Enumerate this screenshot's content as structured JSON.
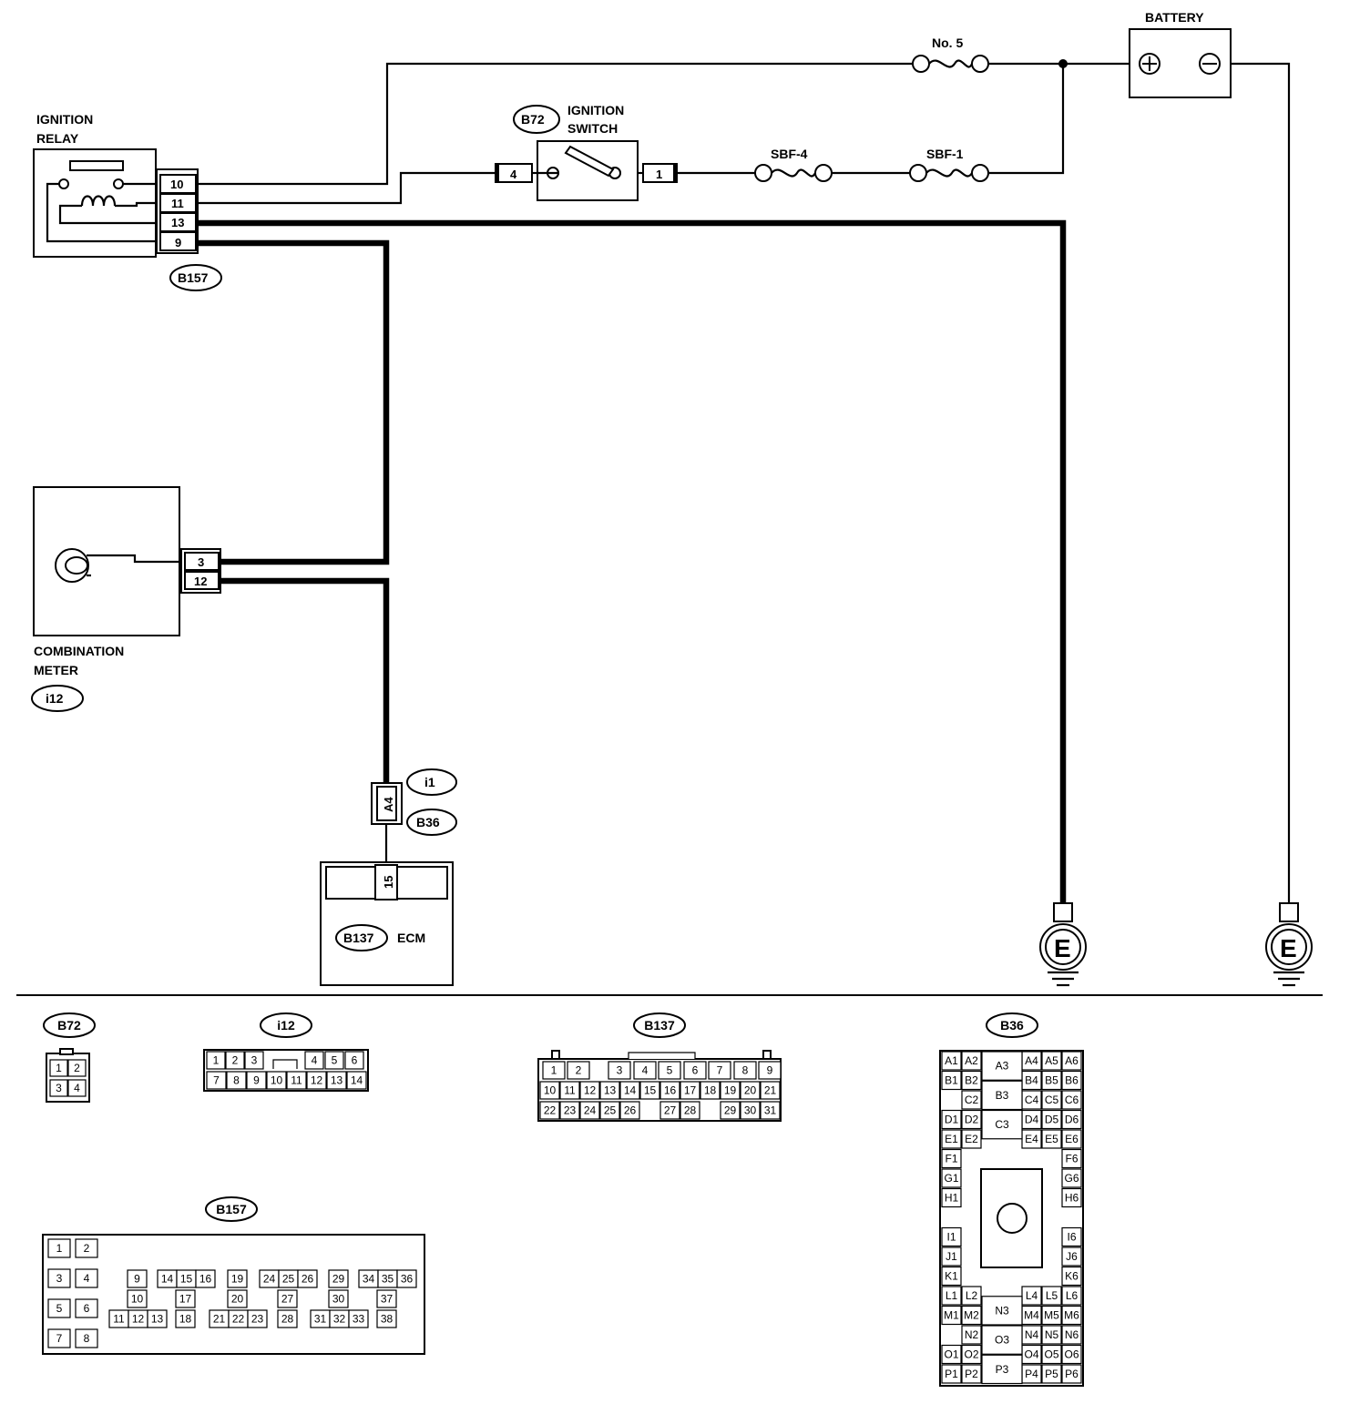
{
  "labels": {
    "battery": "BATTERY",
    "fuse_no5": "No. 5",
    "ignition_relay_1": "IGNITION",
    "ignition_relay_2": "RELAY",
    "ignition_switch_1": "IGNITION",
    "ignition_switch_2": "SWITCH",
    "sbf4": "SBF-4",
    "sbf1": "SBF-1",
    "combination_meter_1": "COMBINATION",
    "combination_meter_2": "METER",
    "ecm": "ECM",
    "ground": "E",
    "battery_plus": "+",
    "battery_minus": "−"
  },
  "connector_refs": {
    "b72": "B72",
    "b157": "B157",
    "i12": "i12",
    "i1": "i1",
    "b36": "B36",
    "b137": "B137"
  },
  "pins": {
    "relay": [
      "10",
      "11",
      "13",
      "9"
    ],
    "switch_in": "4",
    "switch_out": "1",
    "meter": [
      "3",
      "12"
    ],
    "joint": "A4",
    "ecm": "15"
  },
  "connector_views": {
    "b72": {
      "title": "B72",
      "rows": [
        [
          "1",
          "2"
        ],
        [
          "3",
          "4"
        ]
      ]
    },
    "i12": {
      "title": "i12",
      "row1": [
        "1",
        "2",
        "3",
        "",
        "4",
        "5",
        "6"
      ],
      "row2": [
        "7",
        "8",
        "9",
        "10",
        "11",
        "12",
        "13",
        "14"
      ]
    },
    "b137": {
      "title": "B137",
      "row1": [
        "1",
        "2",
        "",
        "3",
        "4",
        "5",
        "6",
        "7",
        "8",
        "9"
      ],
      "row2": [
        "10",
        "11",
        "12",
        "13",
        "14",
        "15",
        "16",
        "17",
        "18",
        "19",
        "20",
        "21"
      ],
      "row3": [
        "22",
        "23",
        "24",
        "25",
        "26",
        "",
        "27",
        "28",
        "",
        "29",
        "30",
        "31"
      ]
    },
    "b157": {
      "title": "B157",
      "left": [
        "1",
        "2",
        "3",
        "4",
        "5",
        "6",
        "7",
        "8"
      ],
      "groups": [
        {
          "top": [
            "9"
          ],
          "mid": "10",
          "bot": [
            "11",
            "12",
            "13"
          ]
        },
        {
          "top": [
            "14",
            "15",
            "16"
          ],
          "mid": "17",
          "bot": [
            "18"
          ]
        },
        {
          "top": [
            "19"
          ],
          "mid": "20",
          "bot": [
            "21",
            "22",
            "23"
          ]
        },
        {
          "top": [
            "24",
            "25",
            "26"
          ],
          "mid": "27",
          "bot": [
            "28"
          ]
        },
        {
          "top": [
            "29"
          ],
          "mid": "30",
          "bot": [
            "31",
            "32",
            "33"
          ]
        },
        {
          "top": [
            "34",
            "35",
            "36"
          ],
          "mid": "37",
          "bot": [
            "38"
          ]
        }
      ]
    },
    "b36": {
      "title": "B36",
      "left_pairs": [
        [
          "A1",
          "A2"
        ],
        [
          "B1",
          "B2"
        ],
        [
          "",
          "C2"
        ],
        [
          "D1",
          "D2"
        ],
        [
          "E1",
          "E2"
        ],
        [
          "F1",
          ""
        ],
        [
          "G1",
          ""
        ],
        [
          "H1",
          ""
        ],
        [
          "",
          ""
        ],
        [
          "I1",
          ""
        ],
        [
          "J1",
          ""
        ],
        [
          "K1",
          ""
        ],
        [
          "L1",
          "L2"
        ],
        [
          "M1",
          "M2"
        ],
        [
          "",
          "N2"
        ],
        [
          "O1",
          "O2"
        ],
        [
          "P1",
          "P2"
        ]
      ],
      "right_triples": [
        [
          "A4",
          "A5",
          "A6"
        ],
        [
          "B4",
          "B5",
          "B6"
        ],
        [
          "C4",
          "C5",
          "C6"
        ],
        [
          "D4",
          "D5",
          "D6"
        ],
        [
          "E4",
          "E5",
          "E6"
        ],
        [
          "",
          "",
          "F6"
        ],
        [
          "",
          "",
          "G6"
        ],
        [
          "",
          "",
          "H6"
        ],
        [
          "",
          "",
          ""
        ],
        [
          "",
          "",
          "I6"
        ],
        [
          "",
          "",
          "J6"
        ],
        [
          "",
          "",
          "K6"
        ],
        [
          "L4",
          "L5",
          "L6"
        ],
        [
          "M4",
          "M5",
          "M6"
        ],
        [
          "N4",
          "N5",
          "N6"
        ],
        [
          "O4",
          "O5",
          "O6"
        ],
        [
          "P4",
          "P5",
          "P6"
        ]
      ],
      "center_top": [
        "A3",
        "B3",
        "C3"
      ],
      "center_bottom": [
        "N3",
        "O3",
        "P3"
      ]
    }
  }
}
